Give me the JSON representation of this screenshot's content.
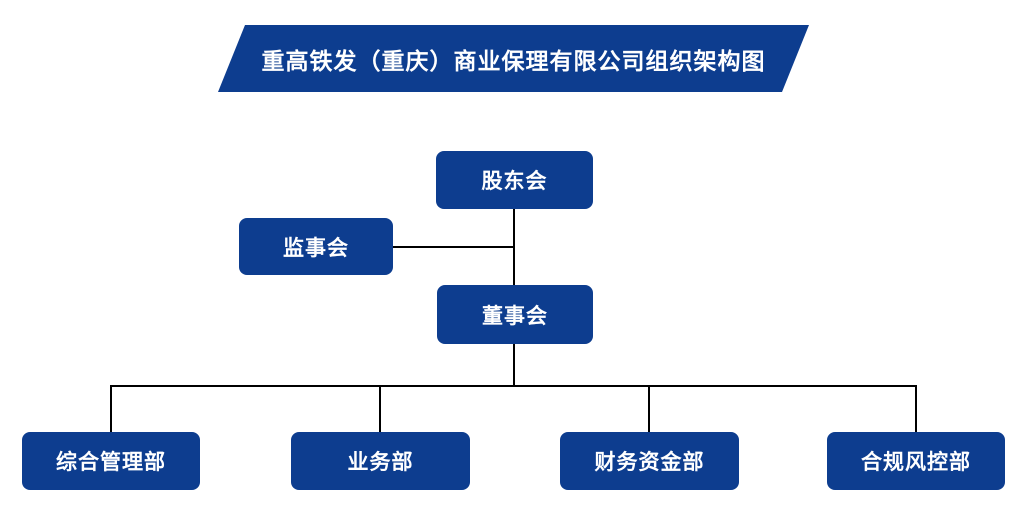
{
  "title_banner": {
    "text": "重高铁发（重庆）商业保理有限公司组织架构图"
  },
  "colors": {
    "node_blue": "#0d3d8f",
    "node_text": "#ffffff",
    "connector": "#000000",
    "background": "#ffffff"
  },
  "chart_data": {
    "type": "org-chart",
    "title": "重高铁发（重庆）商业保理有限公司组织架构图",
    "nodes": [
      {
        "id": "shareholders",
        "label": "股东会"
      },
      {
        "id": "supervisory",
        "label": "监事会"
      },
      {
        "id": "board",
        "label": "董事会"
      },
      {
        "id": "dept_general",
        "label": "综合管理部"
      },
      {
        "id": "dept_business",
        "label": "业务部"
      },
      {
        "id": "dept_finance",
        "label": "财务资金部"
      },
      {
        "id": "dept_compliance",
        "label": "合规风控部"
      }
    ],
    "edges": [
      {
        "from": "shareholders",
        "to": "board"
      },
      {
        "from": "supervisory",
        "to": "board_line",
        "note": "side link into shareholders-board line"
      },
      {
        "from": "board",
        "to": "dept_general"
      },
      {
        "from": "board",
        "to": "dept_business"
      },
      {
        "from": "board",
        "to": "dept_finance"
      },
      {
        "from": "board",
        "to": "dept_compliance"
      }
    ]
  }
}
